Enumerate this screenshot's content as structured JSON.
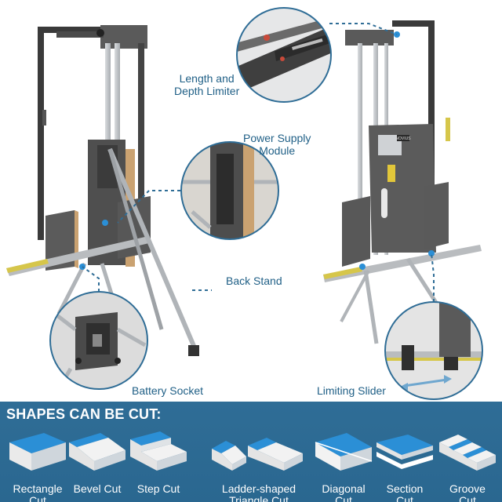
{
  "callouts": {
    "length_depth_limiter": "Length and\nDepth Limiter",
    "power_supply_module": "Power Supply\nModule",
    "back_stand": "Back Stand",
    "battery_socket": "Battery Socket",
    "limiting_slider": "Limiting Slider"
  },
  "machine_panel_text": "NOVIUS",
  "shapes_panel": {
    "title": "SHAPES CAN BE CUT:",
    "items": [
      {
        "label": "Rectangle\nCut",
        "icon": "rectangle-cut-icon"
      },
      {
        "label": "Bevel Cut",
        "icon": "bevel-cut-icon"
      },
      {
        "label": "Step Cut",
        "icon": "step-cut-icon"
      },
      {
        "label": "Ladder-shaped\nTriangle Cut",
        "icon": "ladder-triangle-cut-icon"
      },
      {
        "label": "Diagonal\nCut",
        "icon": "diagonal-cut-icon"
      },
      {
        "label": "Section\nCut",
        "icon": "section-cut-icon"
      },
      {
        "label": "Groove\nCut",
        "icon": "groove-cut-icon"
      }
    ]
  },
  "colors": {
    "panel_blue": "#2f6d96",
    "callout_blue": "#1f5f86",
    "foam_blue": "#2b8fd6",
    "frame_dark": "#3b3b3b",
    "board_wood": "#caa271"
  }
}
